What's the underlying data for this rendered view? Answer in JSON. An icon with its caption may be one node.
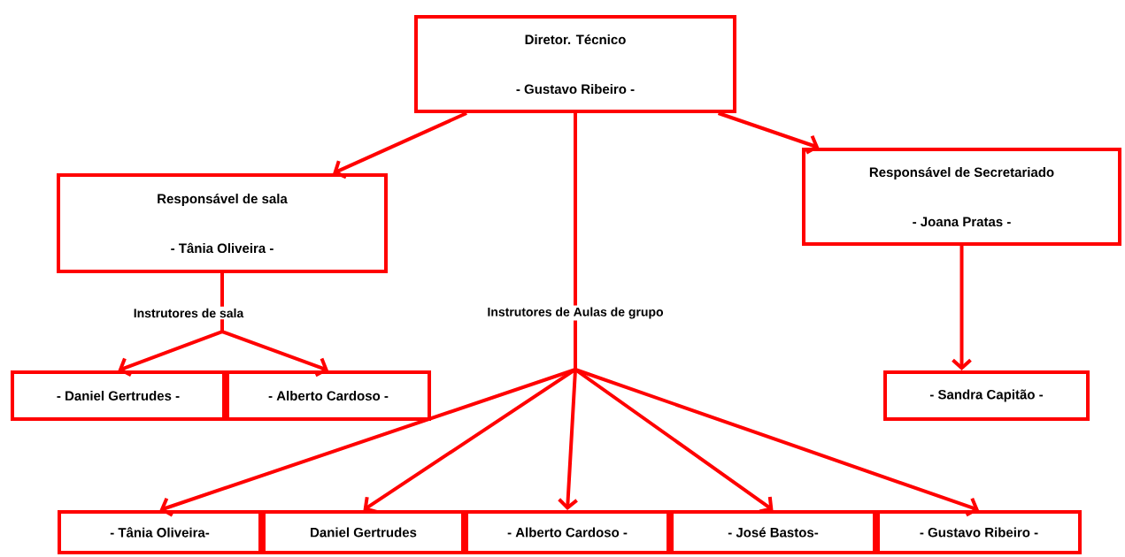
{
  "diagram": {
    "nodes": [
      {
        "text": [
          "Diretor. Técnico",
          "- Gustavo Ribeiro -"
        ]
      },
      {
        "text": [
          "Responsável de sala",
          "- Tânia Oliveira -"
        ]
      },
      {
        "text": [
          "Responsável de Secretariado",
          "- Joana Pratas -"
        ]
      },
      {
        "text": [
          "- Daniel Gertrudes -"
        ]
      },
      {
        "text": [
          "- Alberto Cardoso -"
        ]
      },
      {
        "text": [
          "- Sandra Capitão -"
        ]
      },
      {
        "text": [
          "- Tânia Oliveira-"
        ]
      },
      {
        "text": [
          "Daniel Gertrudes"
        ]
      },
      {
        "text": [
          "- Alberto Cardoso -"
        ]
      },
      {
        "text": [
          "- José Bastos-"
        ]
      },
      {
        "text": [
          "- Gustavo Ribeiro -"
        ]
      }
    ],
    "edges": [
      {
        "from": 0,
        "to": 1,
        "arrow": "to"
      },
      {
        "from": 0,
        "to": 2,
        "arrow": "to"
      },
      {
        "from": 1,
        "to": 3,
        "arrow": "to",
        "label": "Instrutores de sala"
      },
      {
        "from": 1,
        "to": 4,
        "arrow": "to"
      },
      {
        "from": 2,
        "to": 5,
        "arrow": "to"
      },
      {
        "from": 0,
        "to": 6,
        "arrow": "to",
        "label": "Instrutores de Aulas de grupo"
      },
      {
        "from": 0,
        "to": 7,
        "arrow": "to"
      },
      {
        "from": 0,
        "to": 8,
        "arrow": "to"
      },
      {
        "from": 0,
        "to": 9,
        "arrow": "to"
      },
      {
        "from": 0,
        "to": 10,
        "arrow": "to"
      }
    ]
  }
}
